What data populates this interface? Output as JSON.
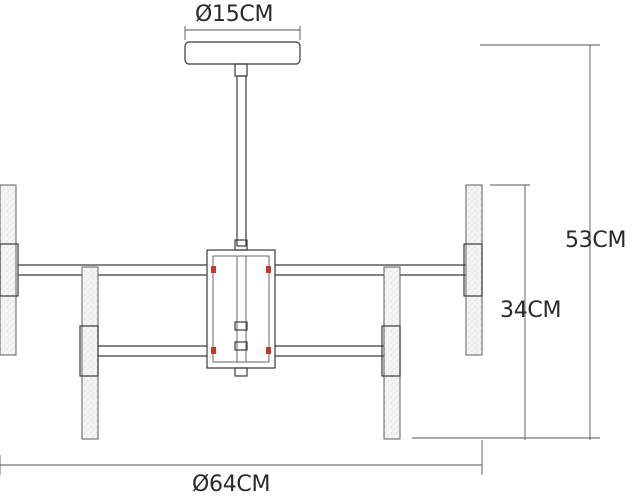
{
  "dimensions": {
    "canopy_diameter": "Ø15CM",
    "total_height": "53CM",
    "body_height": "34CM",
    "total_diameter": "Ø64CM"
  },
  "colors": {
    "line": "#3a3a3a",
    "accent_marks": "#c0392b",
    "glass_fill": "#f2f2f2"
  }
}
